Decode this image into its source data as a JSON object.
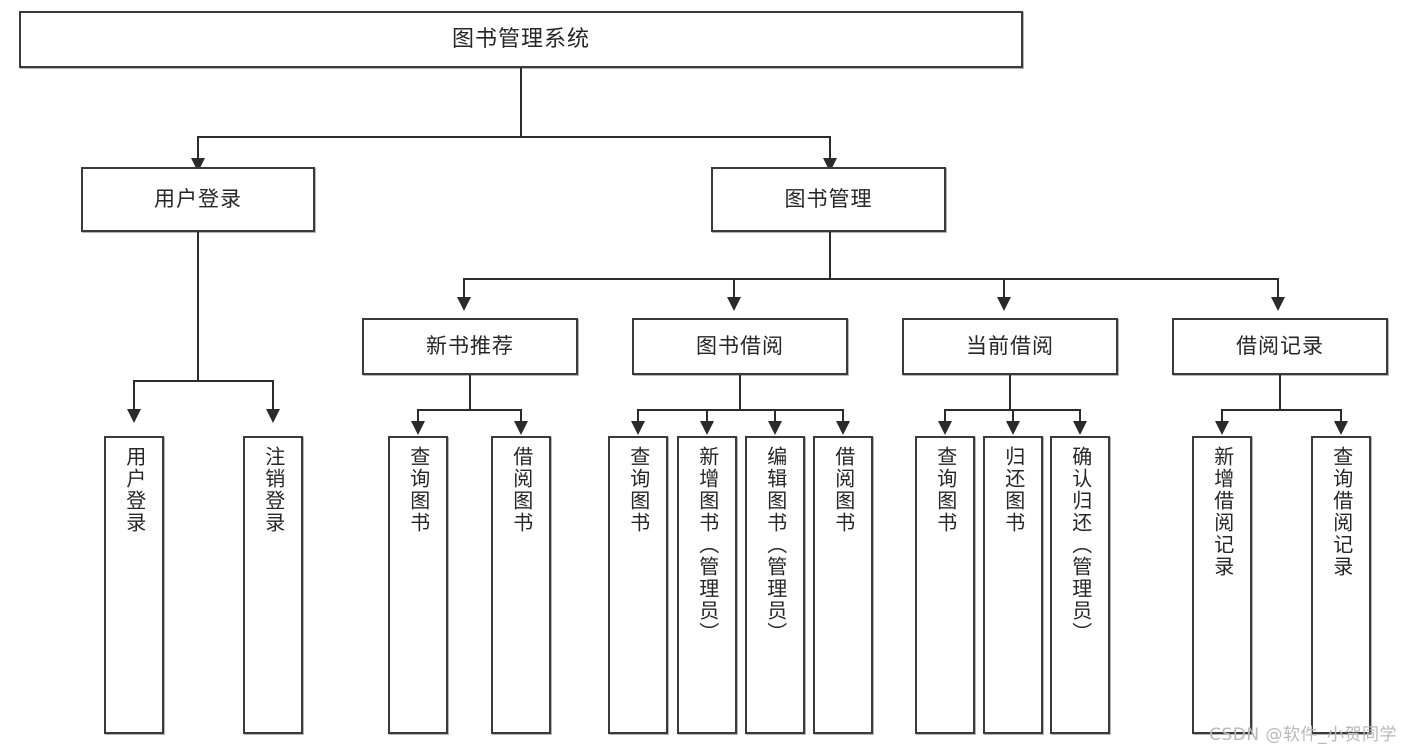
{
  "diagram": {
    "title": "图书管理系统",
    "type": "functional-structure-tree"
  },
  "root": {
    "label": "图书管理系统"
  },
  "level2": [
    {
      "label": "用户登录"
    },
    {
      "label": "图书管理"
    }
  ],
  "level3": [
    {
      "label": "新书推荐"
    },
    {
      "label": "图书借阅"
    },
    {
      "label": "当前借阅"
    },
    {
      "label": "借阅记录"
    }
  ],
  "leaves": {
    "user_login": [
      {
        "label": "用户登录"
      },
      {
        "label": "注销登录"
      }
    ],
    "new_book": [
      {
        "label": "查询图书"
      },
      {
        "label": "借阅图书"
      }
    ],
    "book_borrow": [
      {
        "label": "查询图书"
      },
      {
        "label": "新增图书（管理员）"
      },
      {
        "label": "编辑图书（管理员）"
      },
      {
        "label": "借阅图书"
      }
    ],
    "current_borrow": [
      {
        "label": "查询图书"
      },
      {
        "label": "归还图书"
      },
      {
        "label": "确认归还（管理员）"
      }
    ],
    "borrow_record": [
      {
        "label": "新增借阅记录"
      },
      {
        "label": "查询借阅记录"
      }
    ]
  },
  "watermark": {
    "text": "CSDN @软件_小贺同学"
  },
  "colors": {
    "box_border": "#3a3a3a",
    "line": "#2b2b2b",
    "text": "#262626",
    "background": "#ffffff",
    "watermark": "#b9b9b9"
  }
}
